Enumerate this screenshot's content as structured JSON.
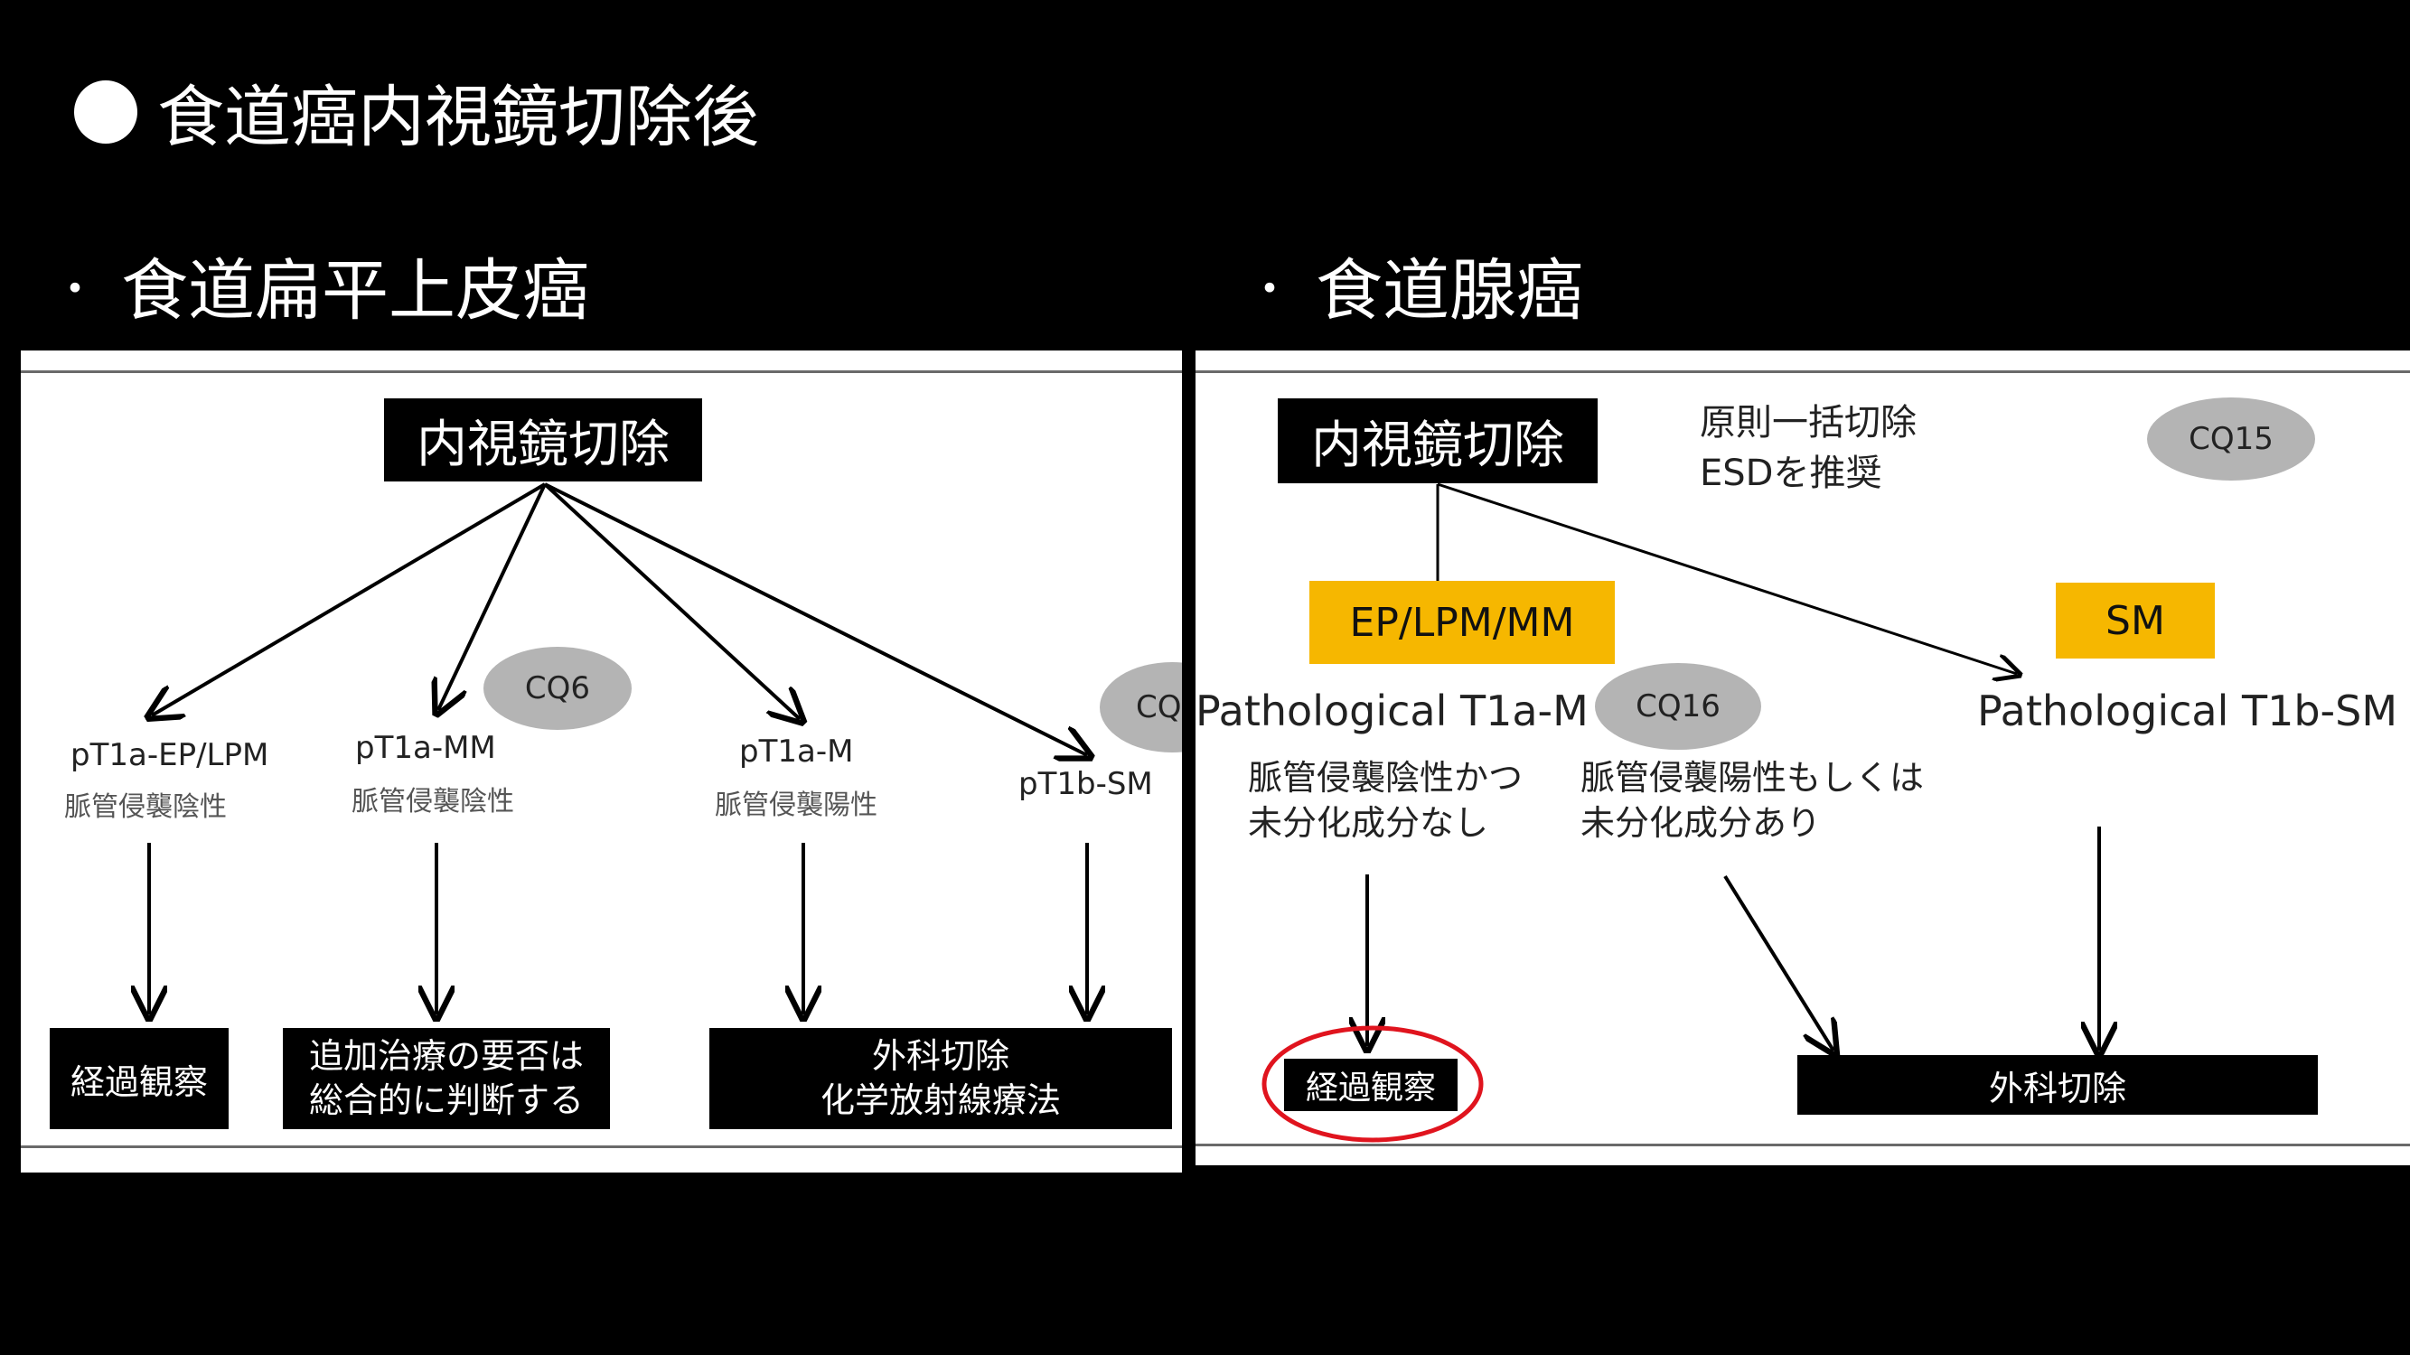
{
  "slide_title": "食道癌内視鏡切除後",
  "left": {
    "heading": "食道扁平上皮癌",
    "root": "内視鏡切除",
    "cq_mm": "CQ6",
    "cq_sm": "CQ",
    "nodes": [
      {
        "stage": "pT1a-EP/LPM",
        "note": "脈管侵襲陰性"
      },
      {
        "stage": "pT1a-MM",
        "note": "脈管侵襲陰性"
      },
      {
        "stage": "pT1a-M",
        "note": "脈管侵襲陽性"
      },
      {
        "stage": "pT1b-SM",
        "note": ""
      }
    ],
    "outcomes": {
      "observe": "経過観察",
      "judge_line1": "追加治療の要否は",
      "judge_line2": "総合的に判断する",
      "surgery_line1": "外科切除",
      "surgery_line2": "化学放射線療法"
    }
  },
  "right": {
    "heading": "食道腺癌",
    "root": "内視鏡切除",
    "principle_line1": "原則一括切除",
    "principle_line2": "ESDを推奨",
    "cq15": "CQ15",
    "cq16": "CQ16",
    "depth_a": "EP/LPM/MM",
    "depth_b": "SM",
    "path_a": "Pathological T1a-M",
    "path_b": "Pathological T1b-SM",
    "cond_neg_line1": "脈管侵襲陰性かつ",
    "cond_neg_line2": "未分化成分なし",
    "cond_pos_line1": "脈管侵襲陽性もしくは",
    "cond_pos_line2": "未分化成分あり",
    "observe": "経過観察",
    "surgery": "外科切除"
  },
  "colors": {
    "background": "#000000",
    "highlight": "#f6b700",
    "circle": "#e0141e",
    "cq_badge": "#b4b4b4"
  }
}
